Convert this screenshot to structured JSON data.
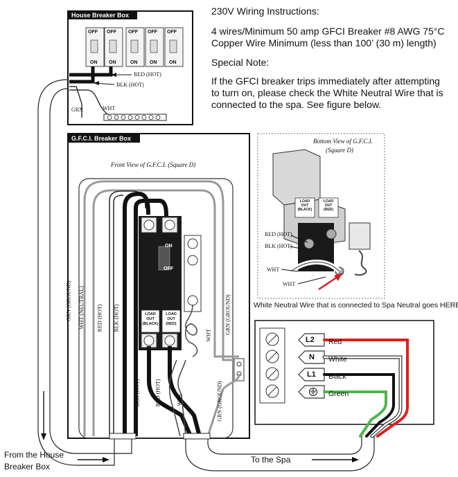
{
  "instructions": {
    "title": "230V Wiring Instructions:",
    "line1": "4 wires/Minimum 50 amp GFCI Breaker #8 AWG 75°C",
    "line2": "Copper Wire Minimum (less than 100’ (30 m) length)",
    "special_note_label": "Special Note:",
    "note1": "If the GFCI breaker trips immediately after attempting",
    "note2": "to turn on, please check the White Neutral Wire that is",
    "note3": "connected to the spa. See figure below."
  },
  "house_box": {
    "title": "House Breaker Box",
    "off": "OFF",
    "on": "ON",
    "red_label": "RED (HOT)",
    "blk_label": "BLK (HOT)",
    "grn_label": "GRN",
    "wht_label": "WHT"
  },
  "gfci_box": {
    "title": "G.F.C.I. Breaker Box",
    "front_view": "Front View of G.F.C.I. (Square D)",
    "breaker_on": "ON",
    "breaker_off": "OFF",
    "load_black": [
      "LOAD",
      "OUT",
      "(BLACK)"
    ],
    "load_red": [
      "LOAD",
      "OUT",
      "(RED)"
    ],
    "wire_labels": {
      "grn_ground_left": "GRN (GROUND)",
      "wht_neutral": "WHT (NEUTRAL)",
      "red_hot": "RED (HOT)",
      "blk_hot": "BLK (HOT)",
      "wht": "WHT",
      "grn_ground_right": "GRN (GROUND)",
      "blk_hot_bottom": "BLK (HOT)",
      "red_hot_bottom": "RED (HOT)",
      "wht_bottom": "WHT",
      "grn_ground_bottom": "GRN (GROUND)"
    }
  },
  "bottom_view": {
    "title1": "Bottom View of G.F.C.I.",
    "title2": "(Square D)",
    "load_out": [
      "LOAD",
      "OUT",
      "(BLACK)"
    ],
    "load_out_red": [
      "LOAD",
      "OUT",
      "(RED)"
    ],
    "red_label": "RED (HOT)",
    "blk_label": "BLK (HOT)",
    "wht1": "WHT",
    "wht2": "WHT",
    "caption": "White Neutral Wire that is connected to Spa Neutral goes HERE."
  },
  "spa_box": {
    "terminals": [
      "L2",
      "N",
      "L1",
      "⏚"
    ],
    "wires": [
      {
        "name": "Red",
        "color": "#e0201b"
      },
      {
        "name": "White",
        "color": "#ffffff"
      },
      {
        "name": "Black",
        "color": "#111111"
      },
      {
        "name": "Green",
        "color": "#4cb848"
      }
    ]
  },
  "labels": {
    "from_house_1": "From the House",
    "from_house_2": "Breaker Box",
    "to_spa": "To the Spa"
  }
}
